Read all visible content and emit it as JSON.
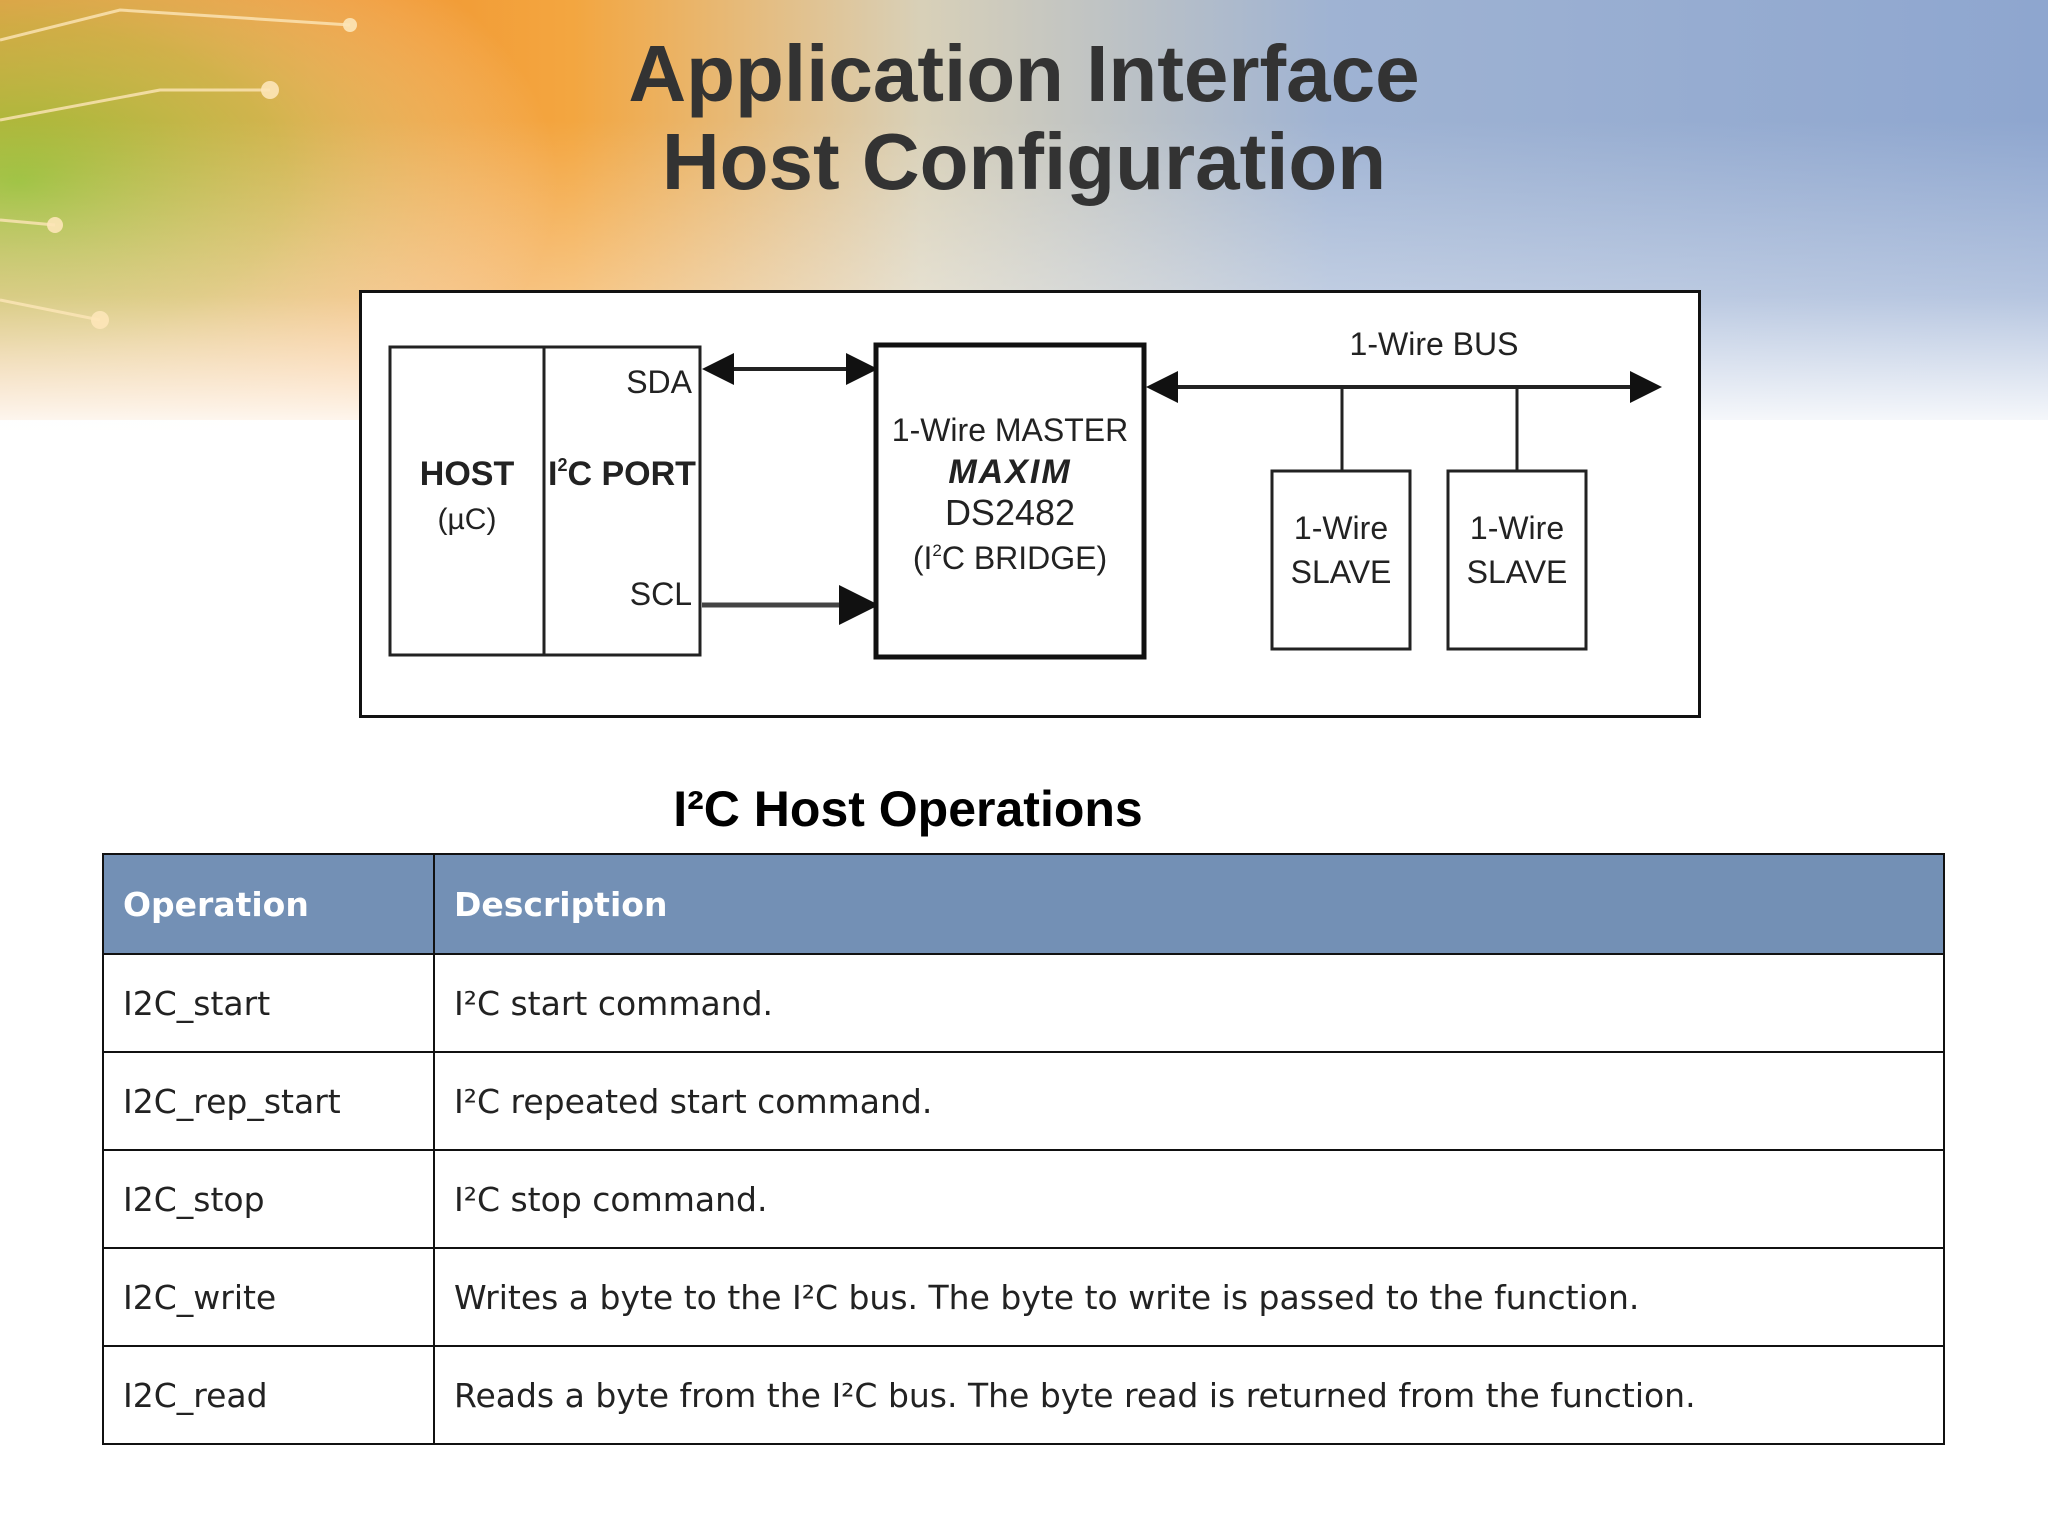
{
  "slide": {
    "title_line1": "Application Interface",
    "title_line2": "Host Configuration"
  },
  "diagram": {
    "host_label": "HOST",
    "host_sub": "(µC)",
    "port_label_i": "I",
    "port_label_sup": "2",
    "port_label_rest": "C PORT",
    "sda_label": "SDA",
    "scl_label": "SCL",
    "master_line1": "1-Wire MASTER",
    "master_logo": "MAXIM",
    "master_part": "DS2482",
    "master_bridge_pre": "(I",
    "master_bridge_sup": "2",
    "master_bridge_post": "C BRIDGE)",
    "bus_label": "1-Wire BUS",
    "slaves": [
      {
        "line1": "1-Wire",
        "line2": "SLAVE"
      },
      {
        "line1": "1-Wire",
        "line2": "SLAVE"
      }
    ]
  },
  "table": {
    "caption": "I²C Host Operations",
    "headers": {
      "operation": "Operation",
      "description": "Description"
    },
    "rows": [
      {
        "operation": "I2C_start",
        "description": "I²C start command."
      },
      {
        "operation": "I2C_rep_start",
        "description": "I²C repeated start command."
      },
      {
        "operation": "I2C_stop",
        "description": "I²C stop command."
      },
      {
        "operation": "I2C_write",
        "description": "Writes a byte to the I²C bus. The byte to write is passed to the function."
      },
      {
        "operation": "I2C_read",
        "description": "Reads a byte from the I²C bus. The byte read is returned from the function."
      }
    ]
  },
  "colors": {
    "header_fill": "#7390b5",
    "title_text": "#333333",
    "swoosh_orange": "#f08a1c",
    "swoosh_green": "#9cc23a",
    "swoosh_blue": "#8aa4cc"
  }
}
